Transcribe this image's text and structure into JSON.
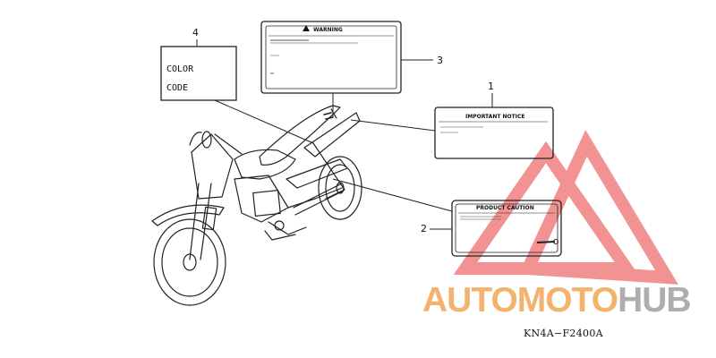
{
  "diagram": {
    "callouts": [
      {
        "number": "1"
      },
      {
        "number": "2"
      },
      {
        "number": "3"
      },
      {
        "number": "4"
      }
    ],
    "color_label": {
      "line1": "COLOR",
      "line2": "CODE"
    },
    "warning_label": {
      "title": "WARNING"
    },
    "notice_label": {
      "title": "IMPORTANT NOTICE"
    },
    "caution_label": {
      "title": "PRODUCT CAUTION"
    },
    "part_code": "KN4A−F2400A"
  },
  "watermark": {
    "word1": "AUTOMOTO",
    "word2": "HUB",
    "colors": {
      "triangle": "#f08080",
      "word1": "#f3b26e",
      "word2": "#aeaeae"
    }
  }
}
